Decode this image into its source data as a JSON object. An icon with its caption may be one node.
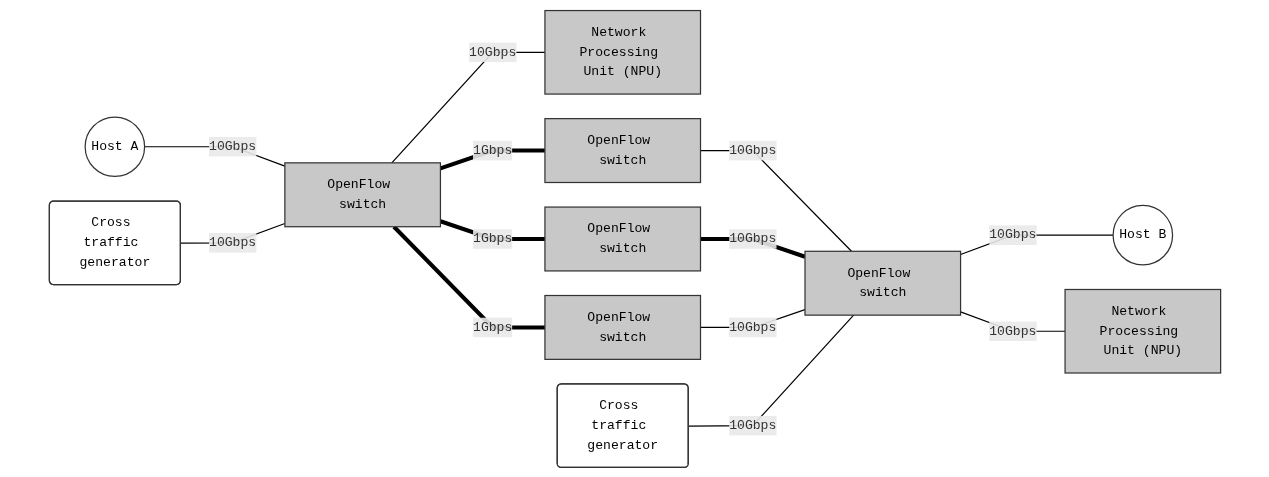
{
  "diagram": {
    "nodes": [
      {
        "text": [
          "Host A"
        ]
      },
      {
        "text": [
          "Cross traffic generator"
        ]
      },
      {
        "text": [
          "OpenFlow switch"
        ]
      },
      {
        "text": [
          "Network Processing Unit (NPU)"
        ]
      },
      {
        "text": [
          "OpenFlow switch"
        ]
      },
      {
        "text": [
          "OpenFlow switch"
        ]
      },
      {
        "text": [
          "OpenFlow switch"
        ]
      },
      {
        "text": [
          "Cross traffic generator"
        ]
      },
      {
        "text": [
          "OpenFlow switch"
        ]
      },
      {
        "text": [
          "Network Processing Unit (NPU)"
        ]
      },
      {
        "text": [
          "Host B"
        ]
      }
    ],
    "edges": [
      {
        "from": 0,
        "to": 2,
        "arrow": "none",
        "label": "10Gbps"
      },
      {
        "from": 1,
        "to": 2,
        "arrow": "none",
        "label": "10Gbps"
      },
      {
        "from": 2,
        "to": 3,
        "arrow": "none",
        "label": "10Gbps"
      },
      {
        "from": 2,
        "to": 4,
        "arrow": "none",
        "label": "1Gbps",
        "style": "thick"
      },
      {
        "from": 2,
        "to": 5,
        "arrow": "none",
        "label": "1Gbps",
        "style": "thick"
      },
      {
        "from": 2,
        "to": 6,
        "arrow": "none",
        "label": "1Gbps",
        "style": "thick"
      },
      {
        "from": 4,
        "to": 8,
        "arrow": "none",
        "label": "10Gbps"
      },
      {
        "from": 5,
        "to": 8,
        "arrow": "none",
        "label": "10Gbps",
        "style": "thick"
      },
      {
        "from": 6,
        "to": 8,
        "arrow": "none",
        "label": "10Gbps"
      },
      {
        "from": 7,
        "to": 8,
        "arrow": "none",
        "label": "10Gbps"
      },
      {
        "from": 8,
        "to": 10,
        "arrow": "none",
        "label": "10Gbps"
      },
      {
        "from": 8,
        "to": 9,
        "arrow": "none",
        "label": "10Gbps"
      }
    ]
  }
}
